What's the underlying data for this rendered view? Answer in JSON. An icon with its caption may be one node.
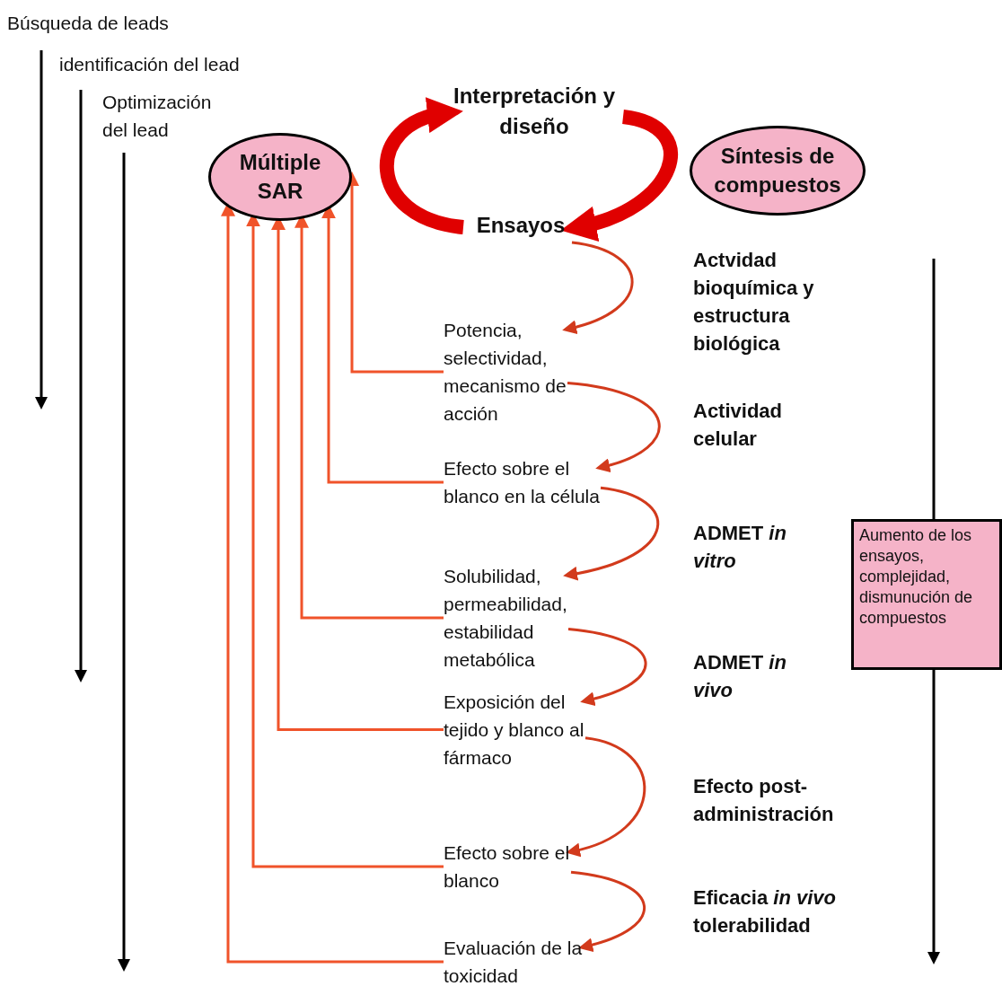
{
  "diagram": {
    "nodes": [
      {
        "text": [
          "Múltiple SAR"
        ]
      },
      {
        "text": [
          "Interpretación y diseño"
        ]
      },
      {
        "text": [
          "Síntesis de compuestos"
        ]
      },
      {
        "text": [
          "Ensayos"
        ]
      },
      {
        "text": [
          "Potencia, selectividad, mecanismo de acción"
        ]
      },
      {
        "text": [
          "Efecto sobre el blanco en la célula"
        ]
      },
      {
        "text": [
          "Solubilidad, permeabilidad, estabilidad metabólica"
        ]
      },
      {
        "text": [
          "Exposición del tejido y blanco al fármaco"
        ]
      },
      {
        "text": [
          "Efecto sobre el blanco"
        ]
      },
      {
        "text": [
          "Evaluación de la toxicidad"
        ]
      },
      {
        "text": [
          "Aumento de los ensayos, complejidad, dismunución de compuestos"
        ]
      }
    ],
    "edges": [
      {
        "from": 1,
        "to": 3,
        "arrow": "to",
        "style": "thick",
        "color": "#e00000"
      },
      {
        "from": 3,
        "to": 1,
        "arrow": "to",
        "style": "thick",
        "color": "#e00000"
      },
      {
        "from": 3,
        "to": 4,
        "arrow": "to",
        "label": "Actvidad bioquímica y estructura biológica"
      },
      {
        "from": 4,
        "to": 5,
        "arrow": "to",
        "label": "Actividad celular"
      },
      {
        "from": 5,
        "to": 6,
        "arrow": "to",
        "label": "ADMET *in vitro*"
      },
      {
        "from": 6,
        "to": 7,
        "arrow": "to",
        "label": "ADMET *in vivo*"
      },
      {
        "from": 7,
        "to": 8,
        "arrow": "to",
        "label": "Efecto post-administración"
      },
      {
        "from": 8,
        "to": 9,
        "arrow": "to",
        "label": "Eficacia *in vivo* tolerabilidad"
      },
      {
        "from": 4,
        "to": 0,
        "arrow": "to"
      },
      {
        "from": 5,
        "to": 0,
        "arrow": "to"
      },
      {
        "from": 6,
        "to": 0,
        "arrow": "to"
      },
      {
        "from": 7,
        "to": 0,
        "arrow": "to"
      },
      {
        "from": 8,
        "to": 0,
        "arrow": "to"
      },
      {
        "from": 9,
        "to": 0,
        "arrow": "to"
      }
    ],
    "labels": [
      "Búsqueda de leads",
      "identificación del lead",
      "Optimización del lead"
    ]
  }
}
